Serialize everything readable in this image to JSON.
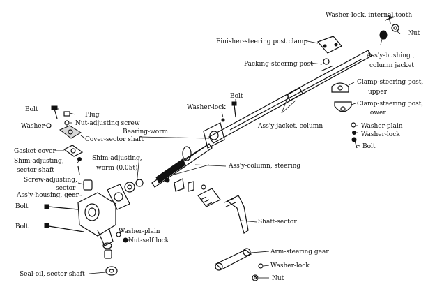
{
  "labels": {
    "washer_lock_internal_tooth": "Washer-lock, internal tooth",
    "nut_top": "Nut",
    "finisher_steering_post_clamp": "Finisher-steering post clamp",
    "assy_bushing_line1": "Ass'y-bushing ,",
    "assy_bushing_line2": "column jacket",
    "packing_steering_post": "Packing-steering post",
    "clamp_upper_line1": "Clamp-steering post,",
    "clamp_upper_line2": "upper",
    "clamp_lower_line1": "Clamp-steering post,",
    "clamp_lower_line2": "lower",
    "washer_plain_right": "Washer-plain",
    "washer_lock_right": "Washer-lock",
    "bolt_right": "Bolt",
    "bolt_center": "Bolt",
    "washer_lock_center": "Washer-lock",
    "assy_jacket_column": "Ass'y-jacket, column",
    "bolt_left_top": "Bolt",
    "plug": "Plug",
    "washer_left": "Washer",
    "nut_adjusting_screw": "Nut-adjusting screw",
    "cover_sector_shaft": "Cover-sector shaft",
    "bearing_worm": "Bearing-worm",
    "gasket_cover": "Gasket-cover",
    "shim_sector_line1": "Shim-adjusting,",
    "shim_sector_line2": "sector shaft",
    "shim_worm_line1": "Shim-adjusting,",
    "shim_worm_line2": "worm (0.05t)",
    "assy_column_steering": "Ass'y-column, steering",
    "screw_adjusting_line1": "Screw-adjusting,",
    "screw_adjusting_line2": "sector",
    "assy_housing_gear": "Ass'y-housing, gear",
    "bolt_left_mid": "Bolt",
    "bolt_left_low": "Bolt",
    "shaft_sector": "Shaft-sector",
    "washer_plain_bottom": "Washer-plain",
    "nut_self_lock": "Nut-self lock",
    "arm_steering_gear": "Arm-steering gear",
    "washer_lock_bottom": "Washer-lock",
    "seal_oil_sector_shaft": "Seal-oil, sector shaft",
    "nut_bottom": "Nut"
  }
}
